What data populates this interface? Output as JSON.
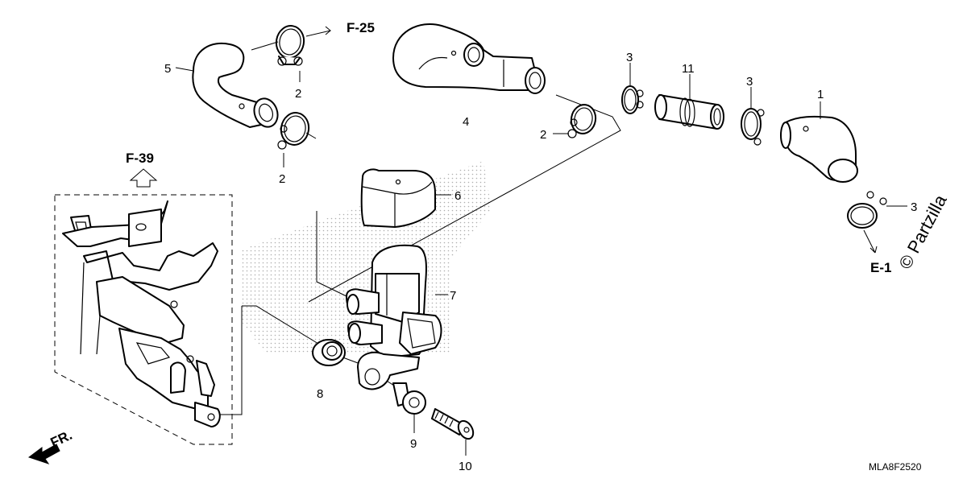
{
  "callouts": [
    "1",
    "2",
    "3",
    "4",
    "5",
    "6",
    "7",
    "8",
    "9",
    "10",
    "11"
  ],
  "references": {
    "f25": "F-25",
    "f39": "F-39",
    "e1": "E-1",
    "fr": "FR."
  },
  "diagram_code": "MLA8F2520",
  "watermark": "© Partzilla"
}
